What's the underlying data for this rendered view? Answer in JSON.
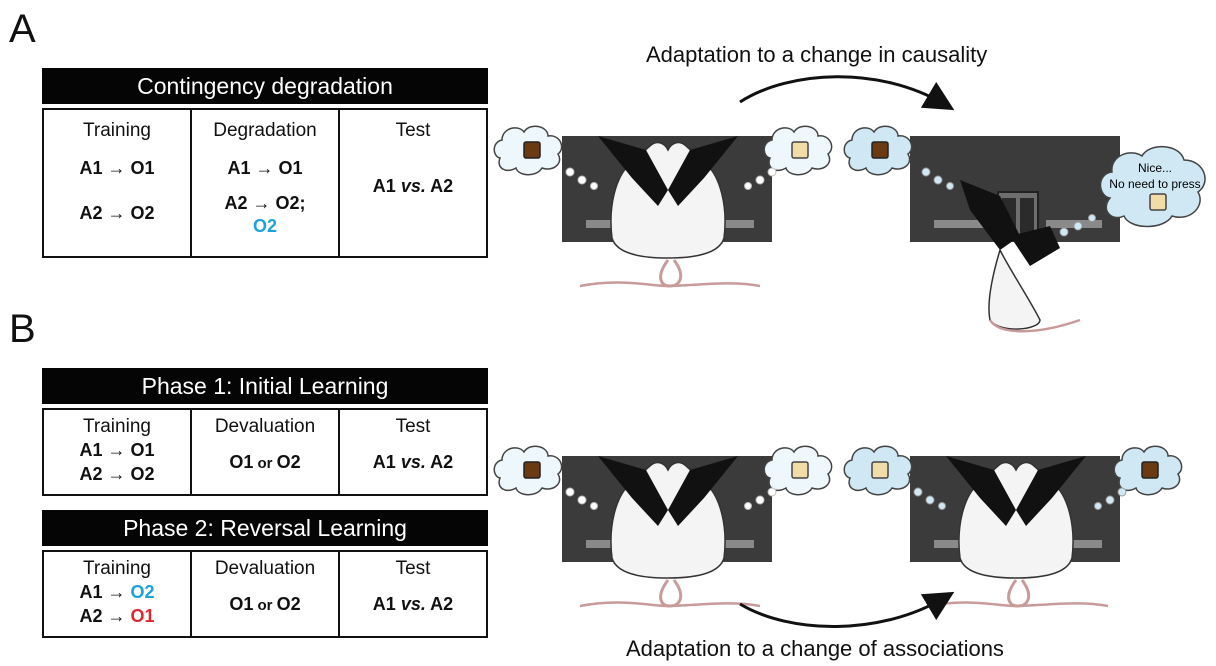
{
  "panel_a": {
    "letter": "A",
    "title": "Contingency degradation",
    "col1": {
      "header": "Training",
      "line1": "A1 → O1",
      "line2": "A2 → O2"
    },
    "col2": {
      "header": "Degradation",
      "line1": "A1 → O1",
      "line2": "A2 → O2;",
      "line3": "O2"
    },
    "col3": {
      "header": "Test",
      "a": "A1 ",
      "vs": "vs.",
      "b": " A2"
    },
    "caption": "Adaptation to a change in causality",
    "bubble_line1": "Nice...",
    "bubble_line2": "No need to press"
  },
  "panel_b": {
    "letter": "B",
    "phase1": {
      "title": "Phase 1: Initial Learning",
      "col1": {
        "header": "Training",
        "line1": "A1 → O1",
        "line2": "A2 → O2"
      },
      "col2": {
        "header": "Devaluation",
        "a": "O1",
        "or": " or ",
        "b": "O2"
      },
      "col3": {
        "header": "Test",
        "a": "A1 ",
        "vs": "vs.",
        "b": " A2"
      }
    },
    "phase2": {
      "title": "Phase 2: Reversal Learning",
      "col1": {
        "header": "Training",
        "l1_pre": "A1 → ",
        "l1_o": "O2",
        "l2_pre": "A2 → ",
        "l2_o": "O1"
      },
      "col2": {
        "header": "Devaluation",
        "a": "O1",
        "or": " or ",
        "b": "O2"
      },
      "col3": {
        "header": "Test",
        "a": "A1 ",
        "vs": "vs.",
        "b": " A2"
      }
    },
    "caption": "Adaptation to a change of associations"
  },
  "colors": {
    "outcome_o2": "#1aa3dd",
    "outcome_o1": "#e2262d",
    "chamber": "#3b3b3b",
    "cloud_fill": "#cfe8f3",
    "pellet_dark": "#6b3a12",
    "pellet_light": "#f1dca8"
  }
}
